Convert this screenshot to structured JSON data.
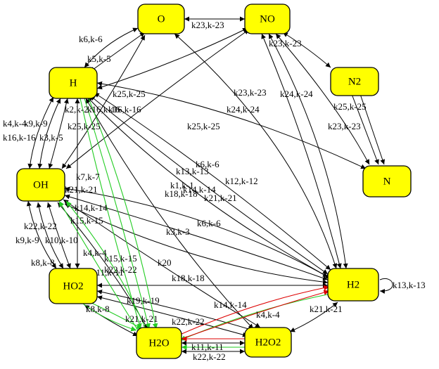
{
  "nodes": [
    {
      "id": "O",
      "label": "O"
    },
    {
      "id": "NO",
      "label": "NO"
    },
    {
      "id": "H",
      "label": "H"
    },
    {
      "id": "N2",
      "label": "N2"
    },
    {
      "id": "OH",
      "label": "OH"
    },
    {
      "id": "N",
      "label": "N"
    },
    {
      "id": "HO2",
      "label": "HO2"
    },
    {
      "id": "H2",
      "label": "H2"
    },
    {
      "id": "H2O",
      "label": "H2O"
    },
    {
      "id": "H2O2",
      "label": "H2O2"
    }
  ],
  "edge_labels": [
    "k6,k-6",
    "k5,k-5",
    "k23,k-23",
    "k23,k-23",
    "k25,k-25",
    "k2,k-2",
    "k16,k-16",
    "k16,k-16",
    "k4,k-4",
    "k9,k-9",
    "k16,k-16",
    "k3,k-5",
    "k25,k-25",
    "k23,k-23",
    "k24,k-24",
    "k24,k-24",
    "k25,k-25",
    "k23,k-23",
    "k25,k-25",
    "k7,k-7",
    "k21,k-21",
    "k14,k-14",
    "k15,k-15",
    "k6,k-6",
    "k13,k-13",
    "k12,k-12",
    "k1,k-1",
    "k14,k-14",
    "k18,k-18",
    "k21,k-21",
    "k6,k-6",
    "k3,k-3",
    "k22,k-22",
    "k9,k-9",
    "k10,k-10",
    "k4,k-4",
    "k8,k-8",
    "k11,k-11",
    "k15,k-15",
    "k22,k-22",
    "k20",
    "k18,k-18",
    "k13,k-13",
    "k19,k-19",
    "k8,k-8",
    "k21,k-21",
    "k22,k-22",
    "k14,k-14",
    "k4,k-4",
    "k21,k-21",
    "k11,k-11",
    "k22,k-22"
  ]
}
